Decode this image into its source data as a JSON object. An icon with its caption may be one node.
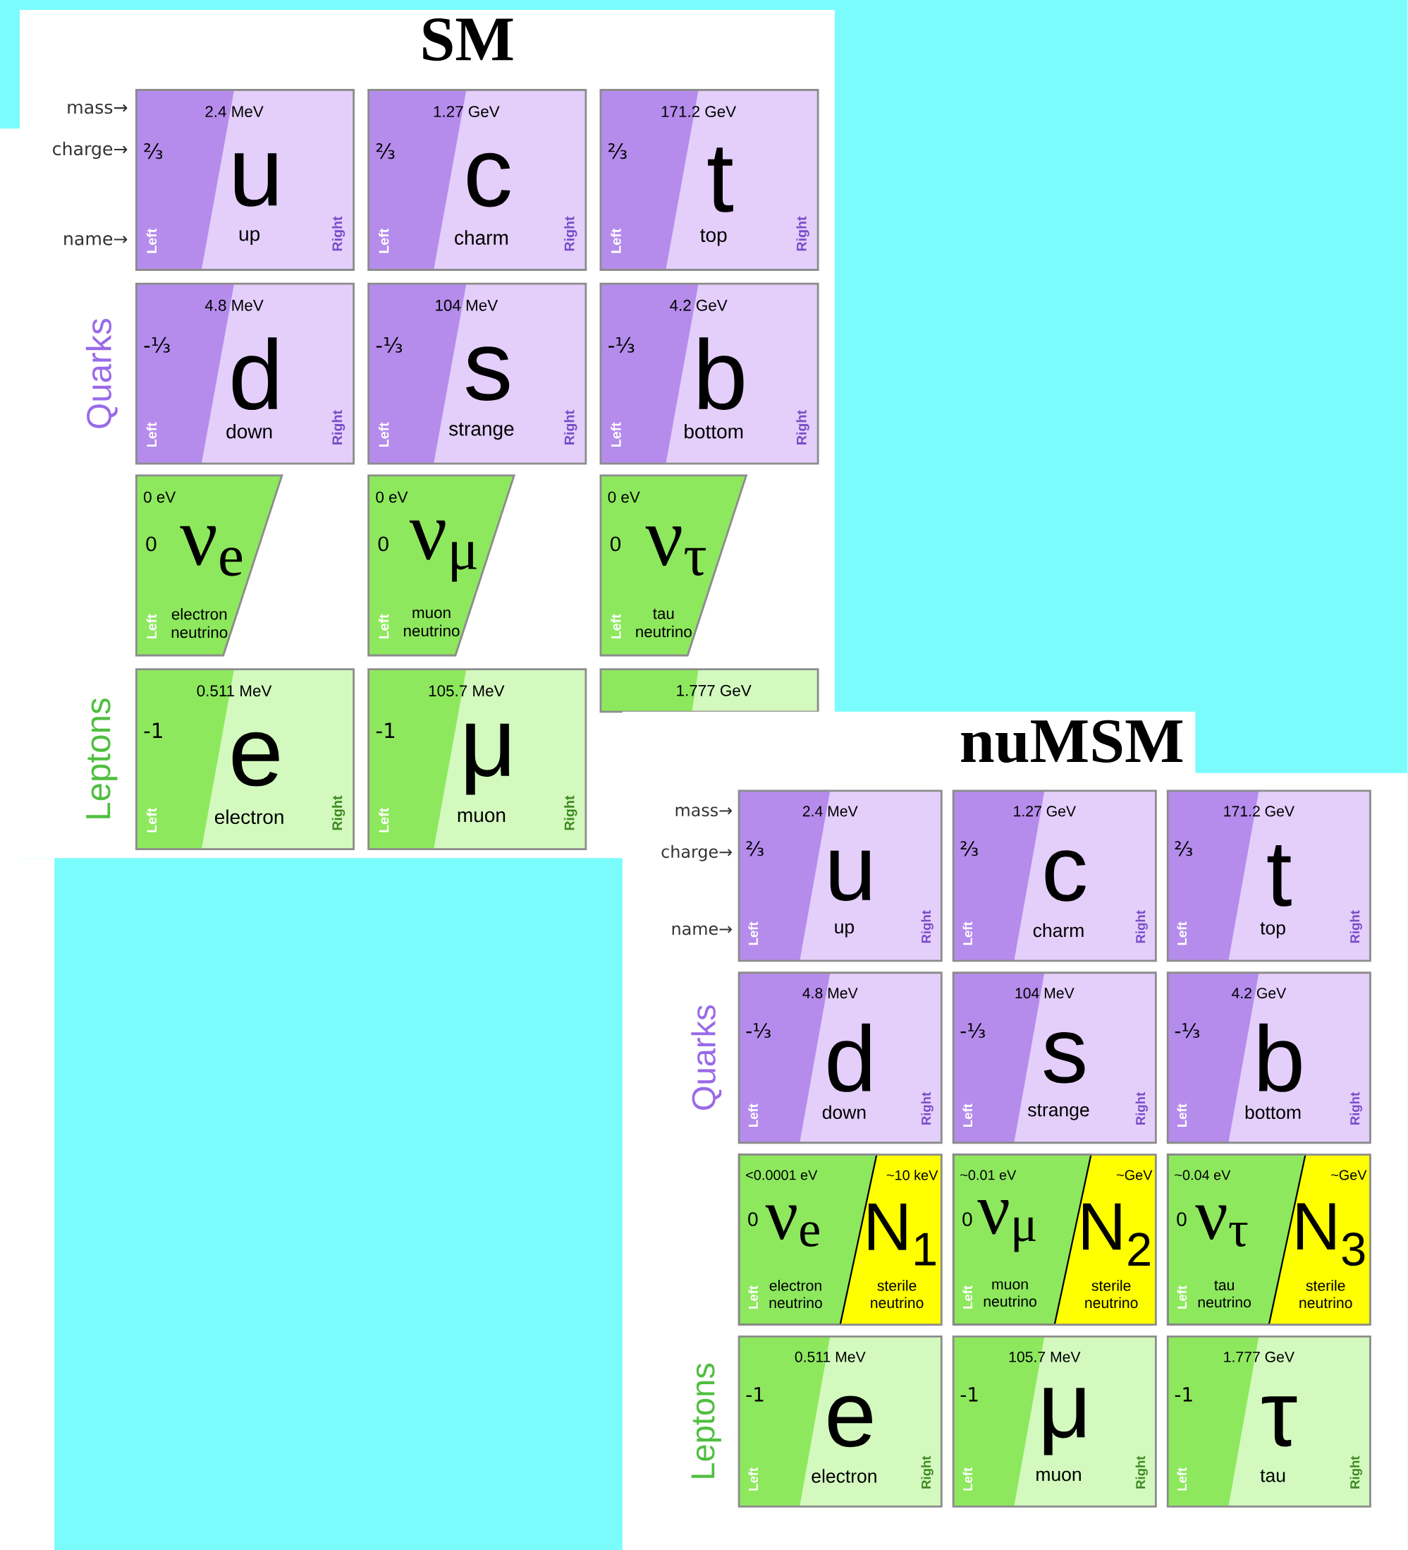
{
  "diagram": {
    "nodes": [
      {
        "text": [
          "SM"
        ]
      },
      {
        "text": [
          "2.4 MeV",
          "⅔",
          "u",
          "up",
          "Left",
          "Right"
        ],
        "in": 0
      },
      {
        "text": [
          "1.27 GeV",
          "⅔",
          "c",
          "charm",
          "Left",
          "Right"
        ],
        "in": 0
      },
      {
        "text": [
          "171.2 GeV",
          "⅔",
          "t",
          "top",
          "Left",
          "Right"
        ],
        "in": 0
      },
      {
        "text": [
          "4.8 MeV",
          "-⅓",
          "d",
          "down",
          "Left",
          "Right"
        ],
        "in": 0
      },
      {
        "text": [
          "104 MeV",
          "-⅓",
          "s",
          "strange",
          "Left",
          "Right"
        ],
        "in": 0
      },
      {
        "text": [
          "4.2 GeV",
          "-⅓",
          "b",
          "bottom",
          "Left",
          "Right"
        ],
        "in": 0
      },
      {
        "text": [
          "0 eV",
          "0",
          "ν$_{e}$",
          "electron neutrino",
          "Left"
        ],
        "in": 0
      },
      {
        "text": [
          "0 eV",
          "0",
          "ν$_{μ}$",
          "muon neutrino",
          "Left"
        ],
        "in": 0
      },
      {
        "text": [
          "0 eV",
          "0",
          "ν$_{τ}$",
          "tau neutrino",
          "Left"
        ],
        "in": 0
      },
      {
        "text": [
          "0.511 MeV",
          "-1",
          "e",
          "electron",
          "Left",
          "Right"
        ],
        "in": 0
      },
      {
        "text": [
          "105.7 MeV",
          "-1",
          "μ",
          "muon",
          "Left",
          "Right"
        ],
        "in": 0
      },
      {
        "text": [
          "1.777 GeV"
        ],
        "in": 0
      },
      {
        "text": [
          "nuMSM"
        ]
      },
      {
        "text": [
          "2.4 MeV",
          "⅔",
          "u",
          "up",
          "Left",
          "Right"
        ],
        "in": 13
      },
      {
        "text": [
          "1.27 GeV",
          "⅔",
          "c",
          "charm",
          "Left",
          "Right"
        ],
        "in": 13
      },
      {
        "text": [
          "171.2 GeV",
          "⅔",
          "t",
          "top",
          "Left",
          "Right"
        ],
        "in": 13
      },
      {
        "text": [
          "4.8 MeV",
          "-⅓",
          "d",
          "down",
          "Left",
          "Right"
        ],
        "in": 13
      },
      {
        "text": [
          "104 MeV",
          "-⅓",
          "s",
          "strange",
          "Left",
          "Right"
        ],
        "in": 13
      },
      {
        "text": [
          "4.2 GeV",
          "-⅓",
          "b",
          "bottom",
          "Left",
          "Right"
        ],
        "in": 13
      },
      {
        "text": [
          "<0.0001 eV",
          "~10 keV",
          "0",
          "ν$_{e}$",
          "N$_{1}$",
          "electron neutrino",
          "sterile neutrino",
          "Left"
        ],
        "in": 13
      },
      {
        "text": [
          "~0.01 eV",
          "~GeV",
          "0",
          "ν$_{μ}$",
          "N$_{2}$",
          "muon neutrino",
          "sterile neutrino",
          "Left"
        ],
        "in": 13
      },
      {
        "text": [
          "~0.04 eV",
          "~GeV",
          "0",
          "ν$_{τ}$",
          "N$_{3}$",
          "tau neutrino",
          "sterile neutrino",
          "Left"
        ],
        "in": 13
      },
      {
        "text": [
          "0.511 MeV",
          "-1",
          "e",
          "electron",
          "Left",
          "Right"
        ],
        "in": 13
      },
      {
        "text": [
          "105.7 MeV",
          "-1",
          "μ",
          "muon",
          "Left",
          "Right"
        ],
        "in": 13
      },
      {
        "text": [
          "1.777 GeV",
          "-1",
          "τ",
          "tau",
          "Left",
          "Right"
        ],
        "in": 13
      }
    ],
    "labels": [
      "mass→",
      "charge→",
      "name→",
      "Quarks",
      "Leptons",
      "mass→",
      "charge→",
      "name→",
      "Quarks",
      "Leptons"
    ]
  }
}
